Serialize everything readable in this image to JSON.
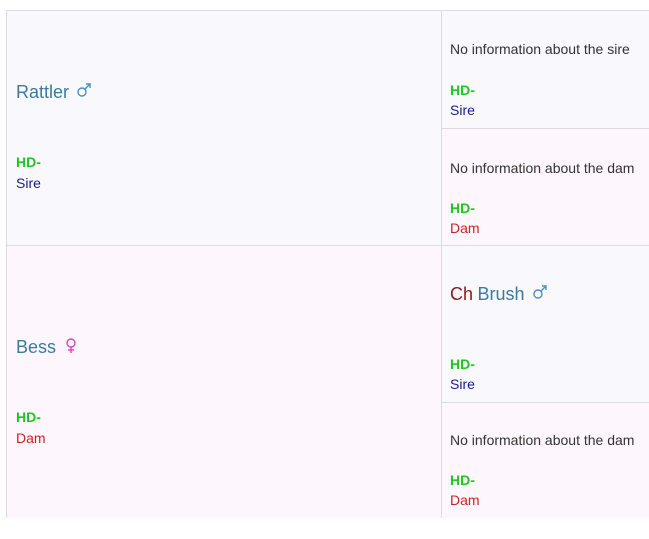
{
  "parents": [
    {
      "name": "Rattler",
      "gender_icon": "male-icon",
      "hd": "HD-",
      "role": "Sire"
    },
    {
      "name": "Bess",
      "gender_icon": "female-icon",
      "hd": "HD-",
      "role": "Dam"
    }
  ],
  "grandparents": [
    {
      "text": "No information about the sire",
      "hd": "HD-",
      "role": "Sire"
    },
    {
      "text": "No information about the dam",
      "hd": "HD-",
      "role": "Dam"
    },
    {
      "title": "Ch",
      "name": "Brush",
      "gender_icon": "male-icon",
      "hd": "HD-",
      "role": "Sire"
    },
    {
      "text": "No information about the dam",
      "hd": "HD-",
      "role": "Dam"
    }
  ],
  "colors": {
    "male_bg": "#f8f8fd",
    "female_bg": "#fdf6fc",
    "name": "#3b7a9c",
    "title": "#8b1a1a",
    "hd": "#22c322",
    "sire": "#1a1a8c",
    "dam": "#cc2020",
    "male_icon": "#4a90c2",
    "female_icon": "#e040c0"
  }
}
